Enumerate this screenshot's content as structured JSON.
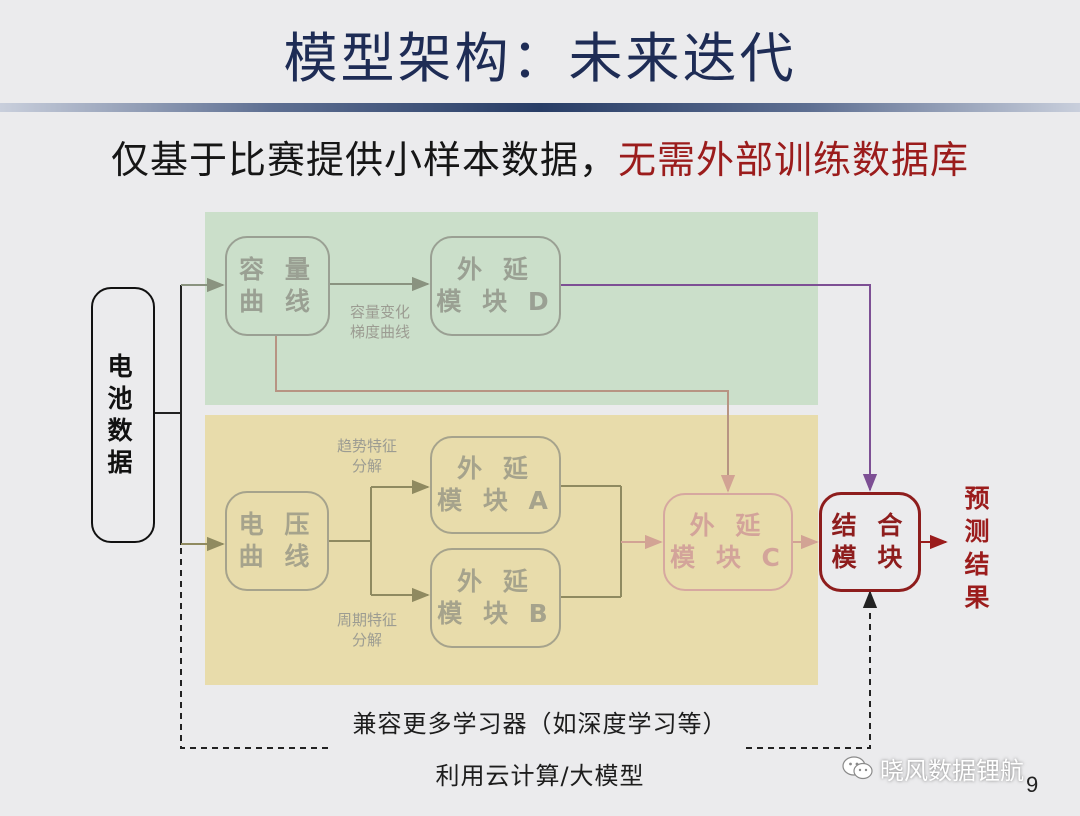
{
  "title": "模型架构：未来迭代",
  "subtitle": {
    "main": "仅基于比赛提供小样本数据，",
    "highlight": "无需外部训练数据库"
  },
  "colors": {
    "title": "#1e2c55",
    "highlight_red": "#9b1c1c",
    "green_region": "#cbdfca",
    "yellow_region": "#e8dcab",
    "purple_arrow": "#7d4f94"
  },
  "nodes": {
    "battery_data": "电\n池\n数\n据",
    "capacity_curve": "容 量\n曲 线",
    "extrapolation_d": "外 延\n模 块 D",
    "voltage_curve": "电 压\n曲 线",
    "extrapolation_a": "外 延\n模 块 A",
    "extrapolation_b": "外 延\n模 块 B",
    "extrapolation_c": "外 延\n模 块 C",
    "combination": "结 合\n模 块",
    "prediction": "预\n测\n结\n果"
  },
  "edge_labels": {
    "capacity_gradient": "容量变化\n梯度曲线",
    "trend_decomposition": "趋势特征\n分解",
    "cycle_decomposition": "周期特征\n分解"
  },
  "notes": {
    "more_learners": "兼容更多学习器（如深度学习等）",
    "cloud_computing": "利用云计算/大模型"
  },
  "watermark": "晓风数据锂航",
  "page_number": "9"
}
